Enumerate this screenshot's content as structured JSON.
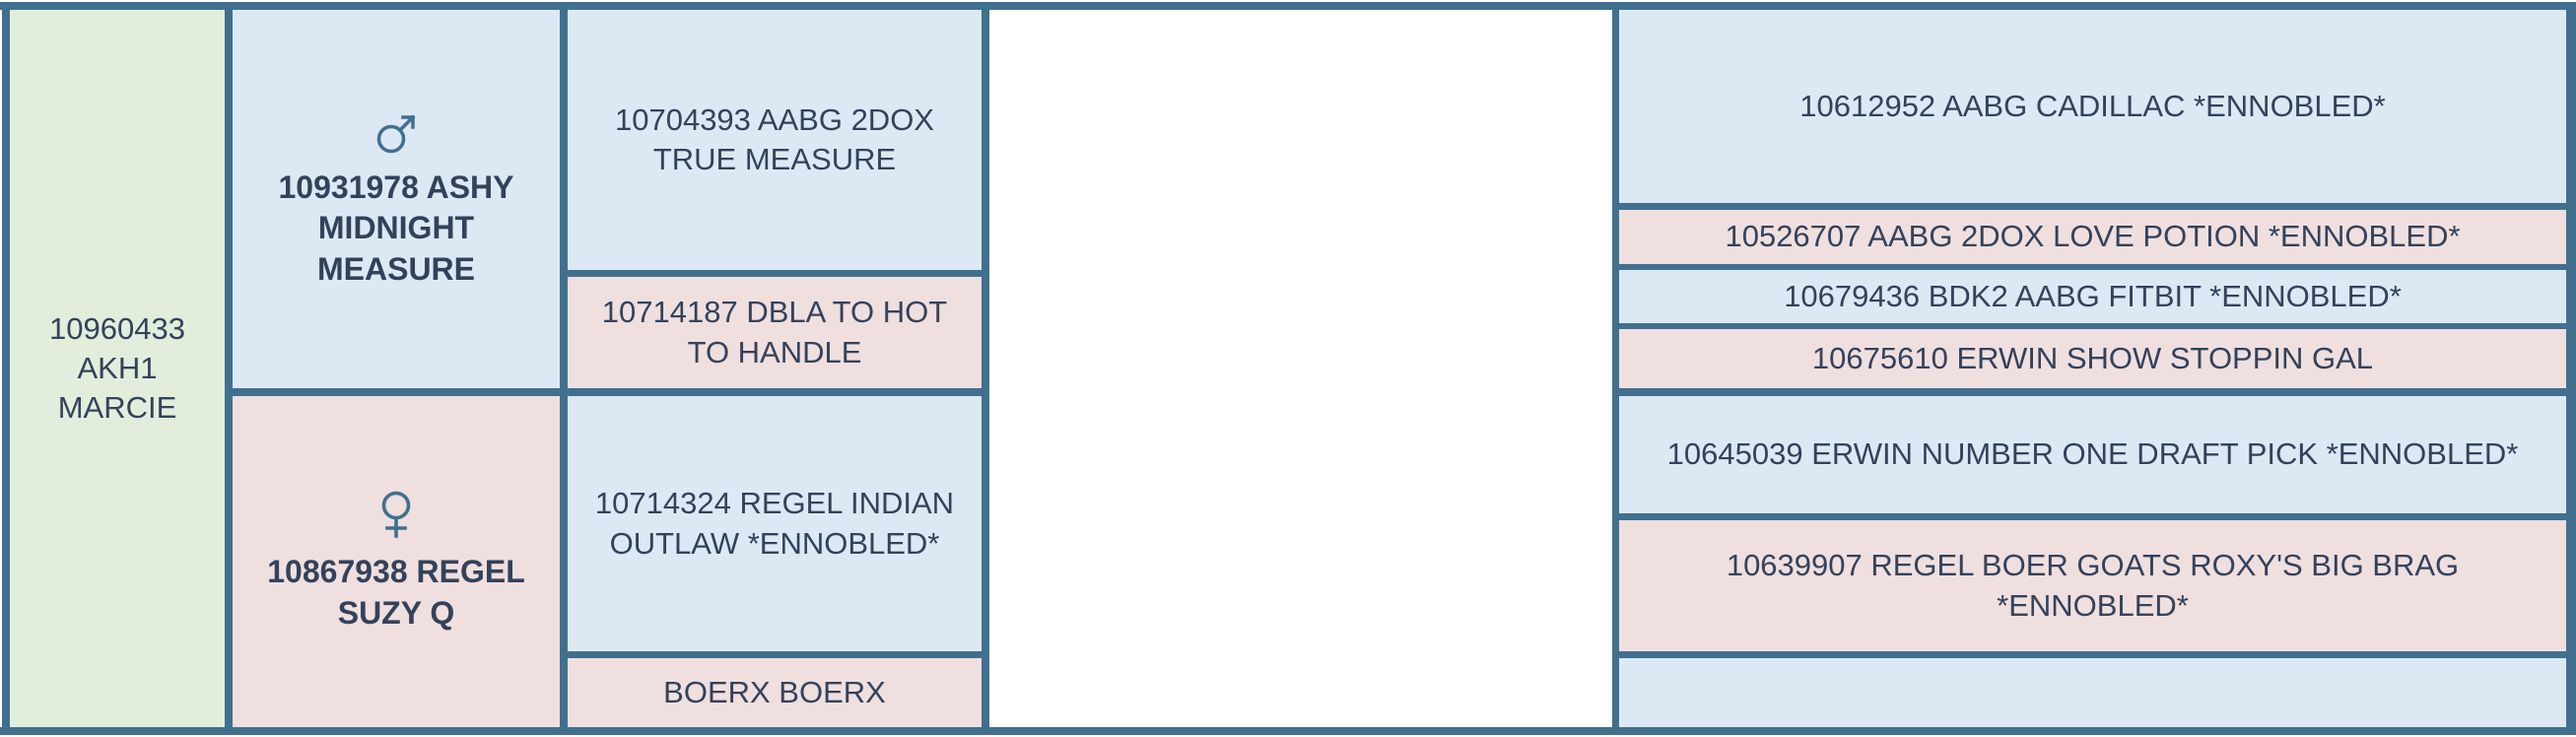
{
  "theme": {
    "border_color": "#41708f",
    "male_bg": "#dce9f5",
    "female_bg": "#f0dfdf",
    "root_bg": "#e2eedb",
    "text_color": "#33425b"
  },
  "generations": {
    "gen1": {
      "animal": {
        "name": "10960433 AKH1 MARCIE",
        "sex": "unknown",
        "bg": "root"
      }
    },
    "gen2": {
      "sire": {
        "name": "10931978 ASHY MIDNIGHT MEASURE",
        "sex": "male",
        "icon": "mars-icon",
        "bg": "male"
      },
      "dam": {
        "name": "10867938 REGEL SUZY Q",
        "sex": "female",
        "icon": "venus-icon",
        "bg": "female"
      }
    },
    "gen3": [
      {
        "name": "10704393 AABG 2DOX TRUE MEASURE",
        "bg": "male"
      },
      {
        "name": "10714187 DBLA TO HOT TO HANDLE",
        "bg": "female"
      },
      {
        "name": "10714324 REGEL INDIAN OUTLAW *ENNOBLED*",
        "bg": "male"
      },
      {
        "name": "BOERX BOERX",
        "bg": "female"
      }
    ],
    "gen4": [
      {
        "name": "10612952 AABG CADILLAC *ENNOBLED*",
        "bg": "male"
      },
      {
        "name": "10526707 AABG 2DOX LOVE POTION *ENNOBLED*",
        "bg": "female"
      },
      {
        "name": "10679436 BDK2 AABG FITBIT *ENNOBLED*",
        "bg": "male"
      },
      {
        "name": "10675610 ERWIN SHOW STOPPIN GAL",
        "bg": "female"
      },
      {
        "name": "10645039 ERWIN NUMBER ONE DRAFT PICK *ENNOBLED*",
        "bg": "male"
      },
      {
        "name": "10639907 REGEL BOER GOATS ROXY'S BIG BRAG *ENNOBLED*",
        "bg": "female"
      },
      {
        "name": "",
        "bg": "male"
      }
    ]
  }
}
